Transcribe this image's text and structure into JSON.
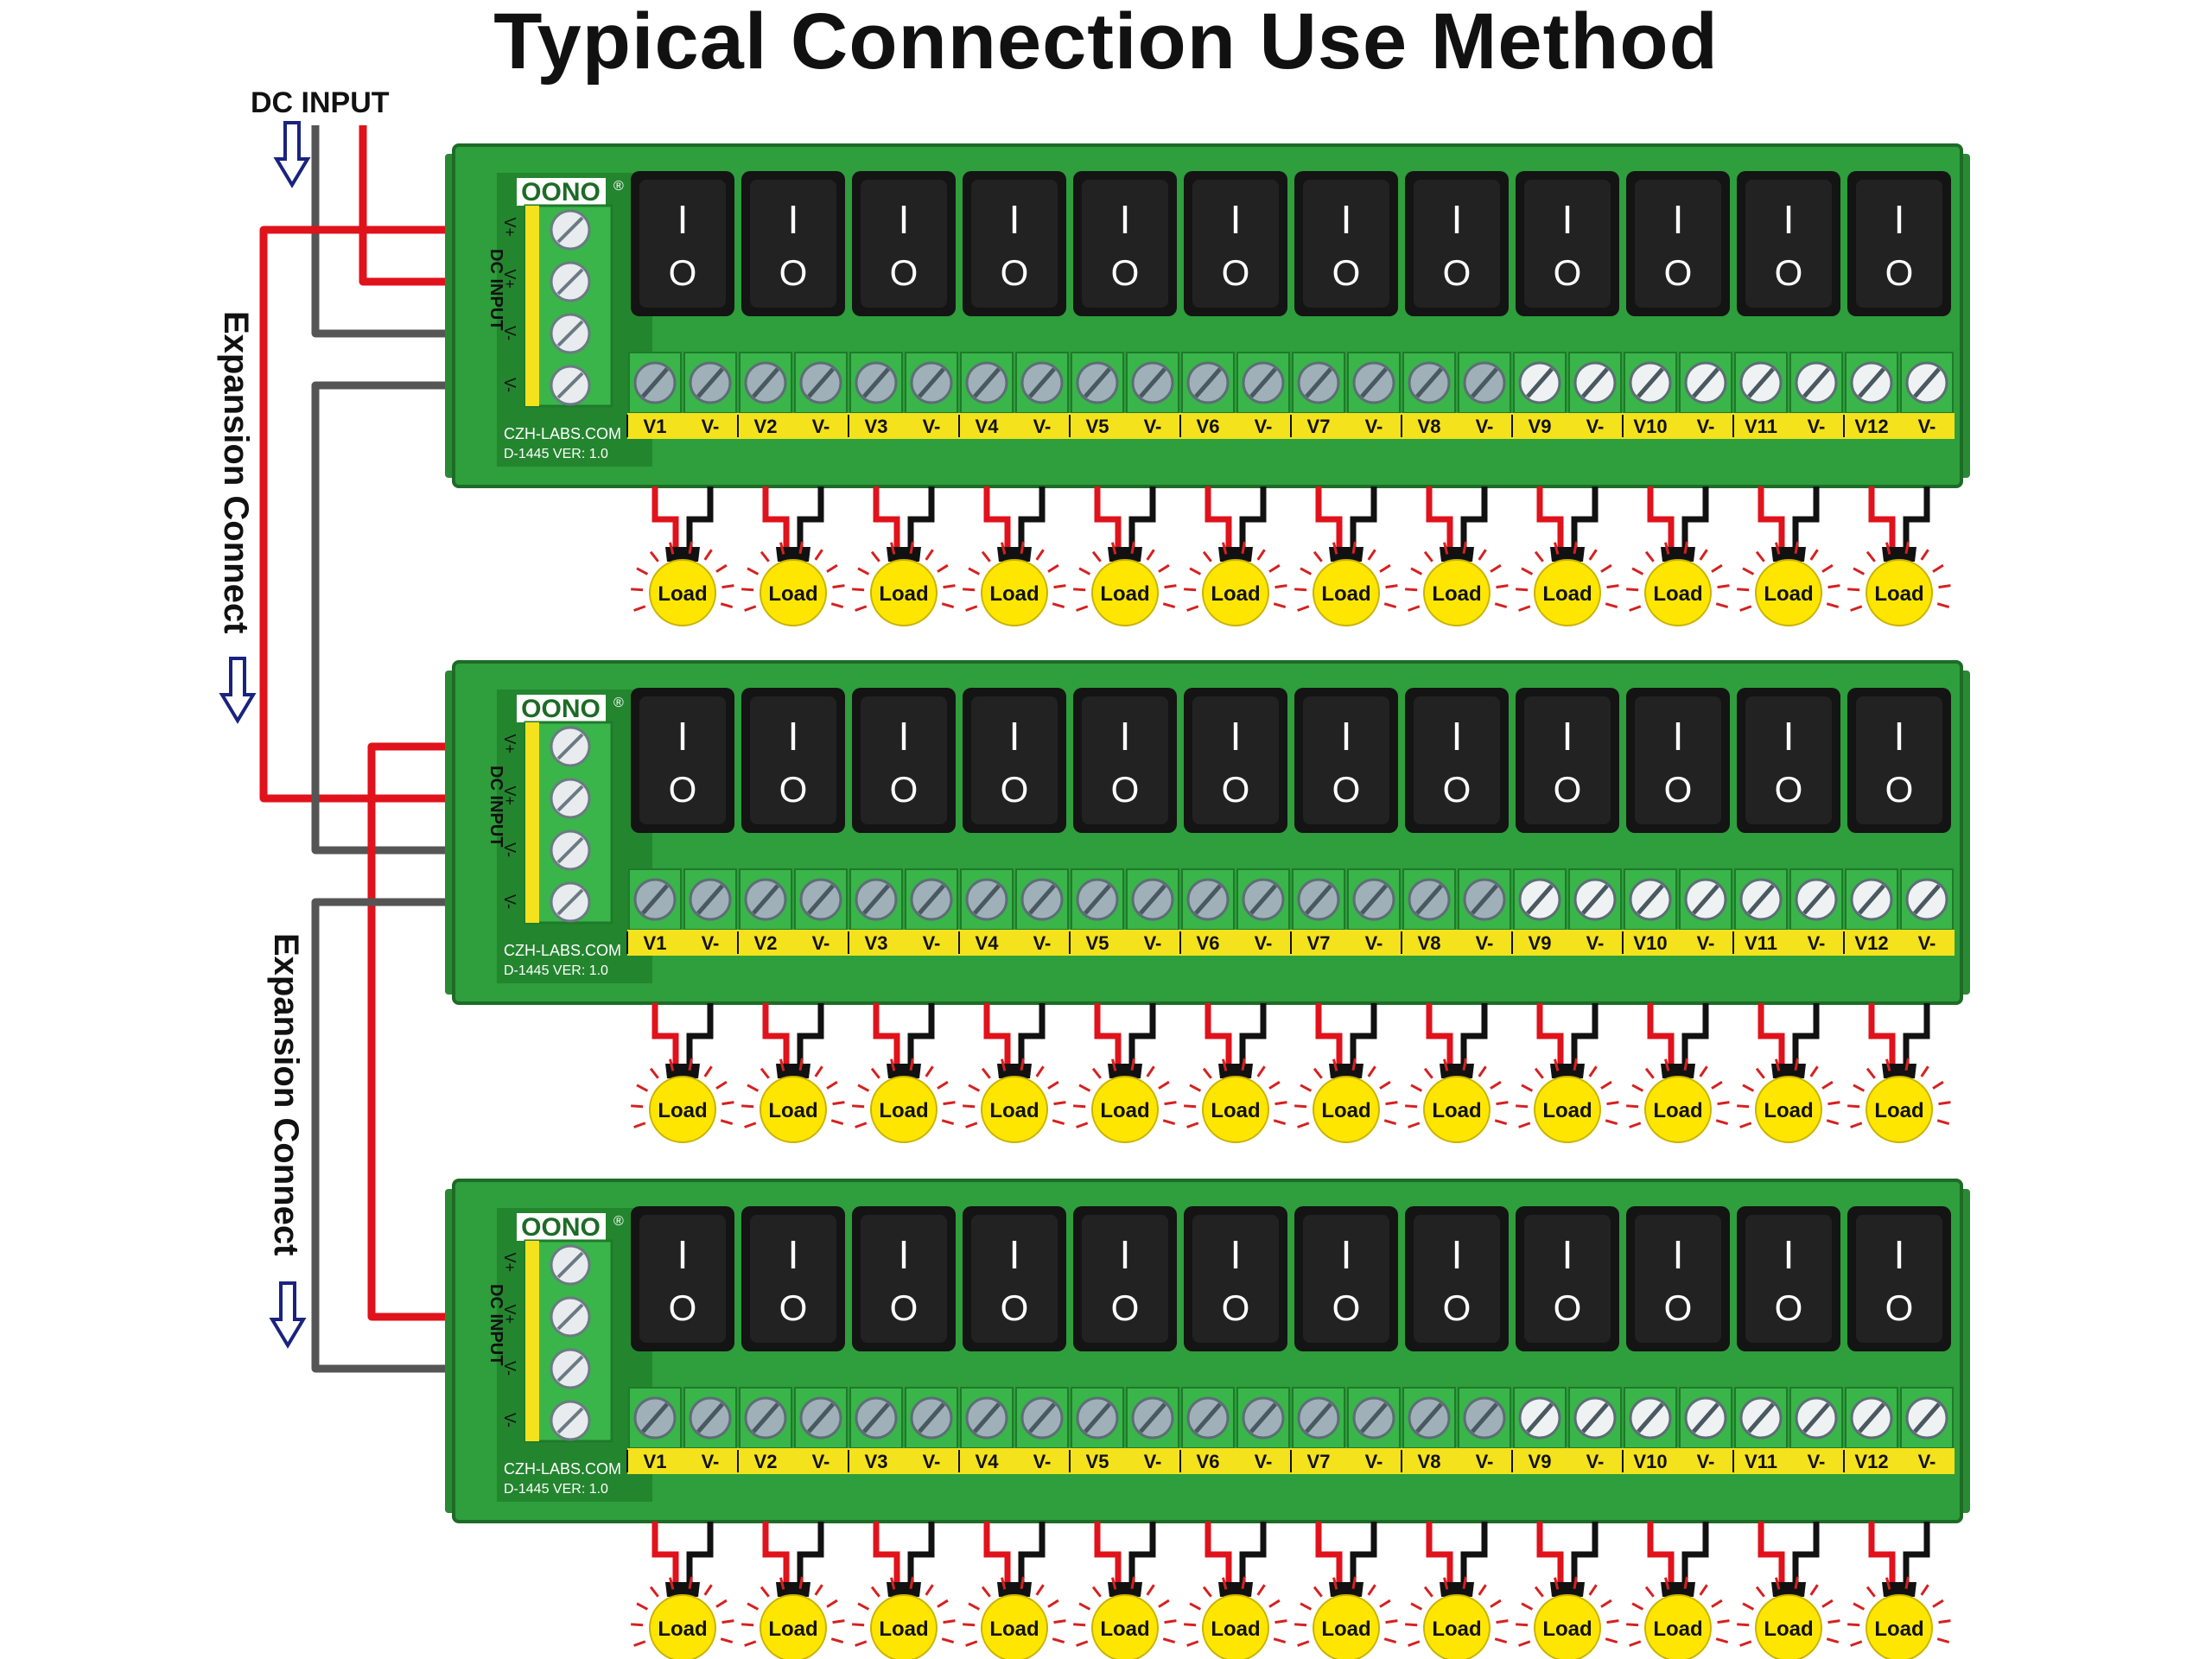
{
  "title": "Typical Connection Use Method",
  "dc_input_label": "DC INPUT",
  "expansion_label": "Expansion Connect",
  "board": {
    "brand": "OONO",
    "brand_mark": "®",
    "maker": "CZH-LABS.COM",
    "model": "D-1445",
    "version": "VER: 1.0",
    "input_pins": [
      "V+",
      "V+",
      "V-",
      "V-"
    ],
    "input_side_label": "DC INPUT",
    "switch_on_symbol": "I",
    "switch_off_symbol": "O",
    "channels": [
      "V1",
      "V2",
      "V3",
      "V4",
      "V5",
      "V6",
      "V7",
      "V8",
      "V9",
      "V10",
      "V11",
      "V12"
    ],
    "minus_label": "V-",
    "load_label": "Load"
  },
  "board_count": 3,
  "colors": {
    "board_green": "#2f9e3c",
    "terminal_green": "#39b54a",
    "switch_black": "#141414",
    "label_yellow": "#f4e21c",
    "wire_red": "#e0121b",
    "wire_gray": "#555555",
    "arrow_blue": "#1a237e",
    "bulb_yellow": "#ffe600",
    "ray_red": "#d62020"
  },
  "icons": {
    "switch": "rocker-switch-icon",
    "terminal": "screw-terminal-icon",
    "load": "light-bulb-icon",
    "arrow": "down-arrow-icon"
  }
}
